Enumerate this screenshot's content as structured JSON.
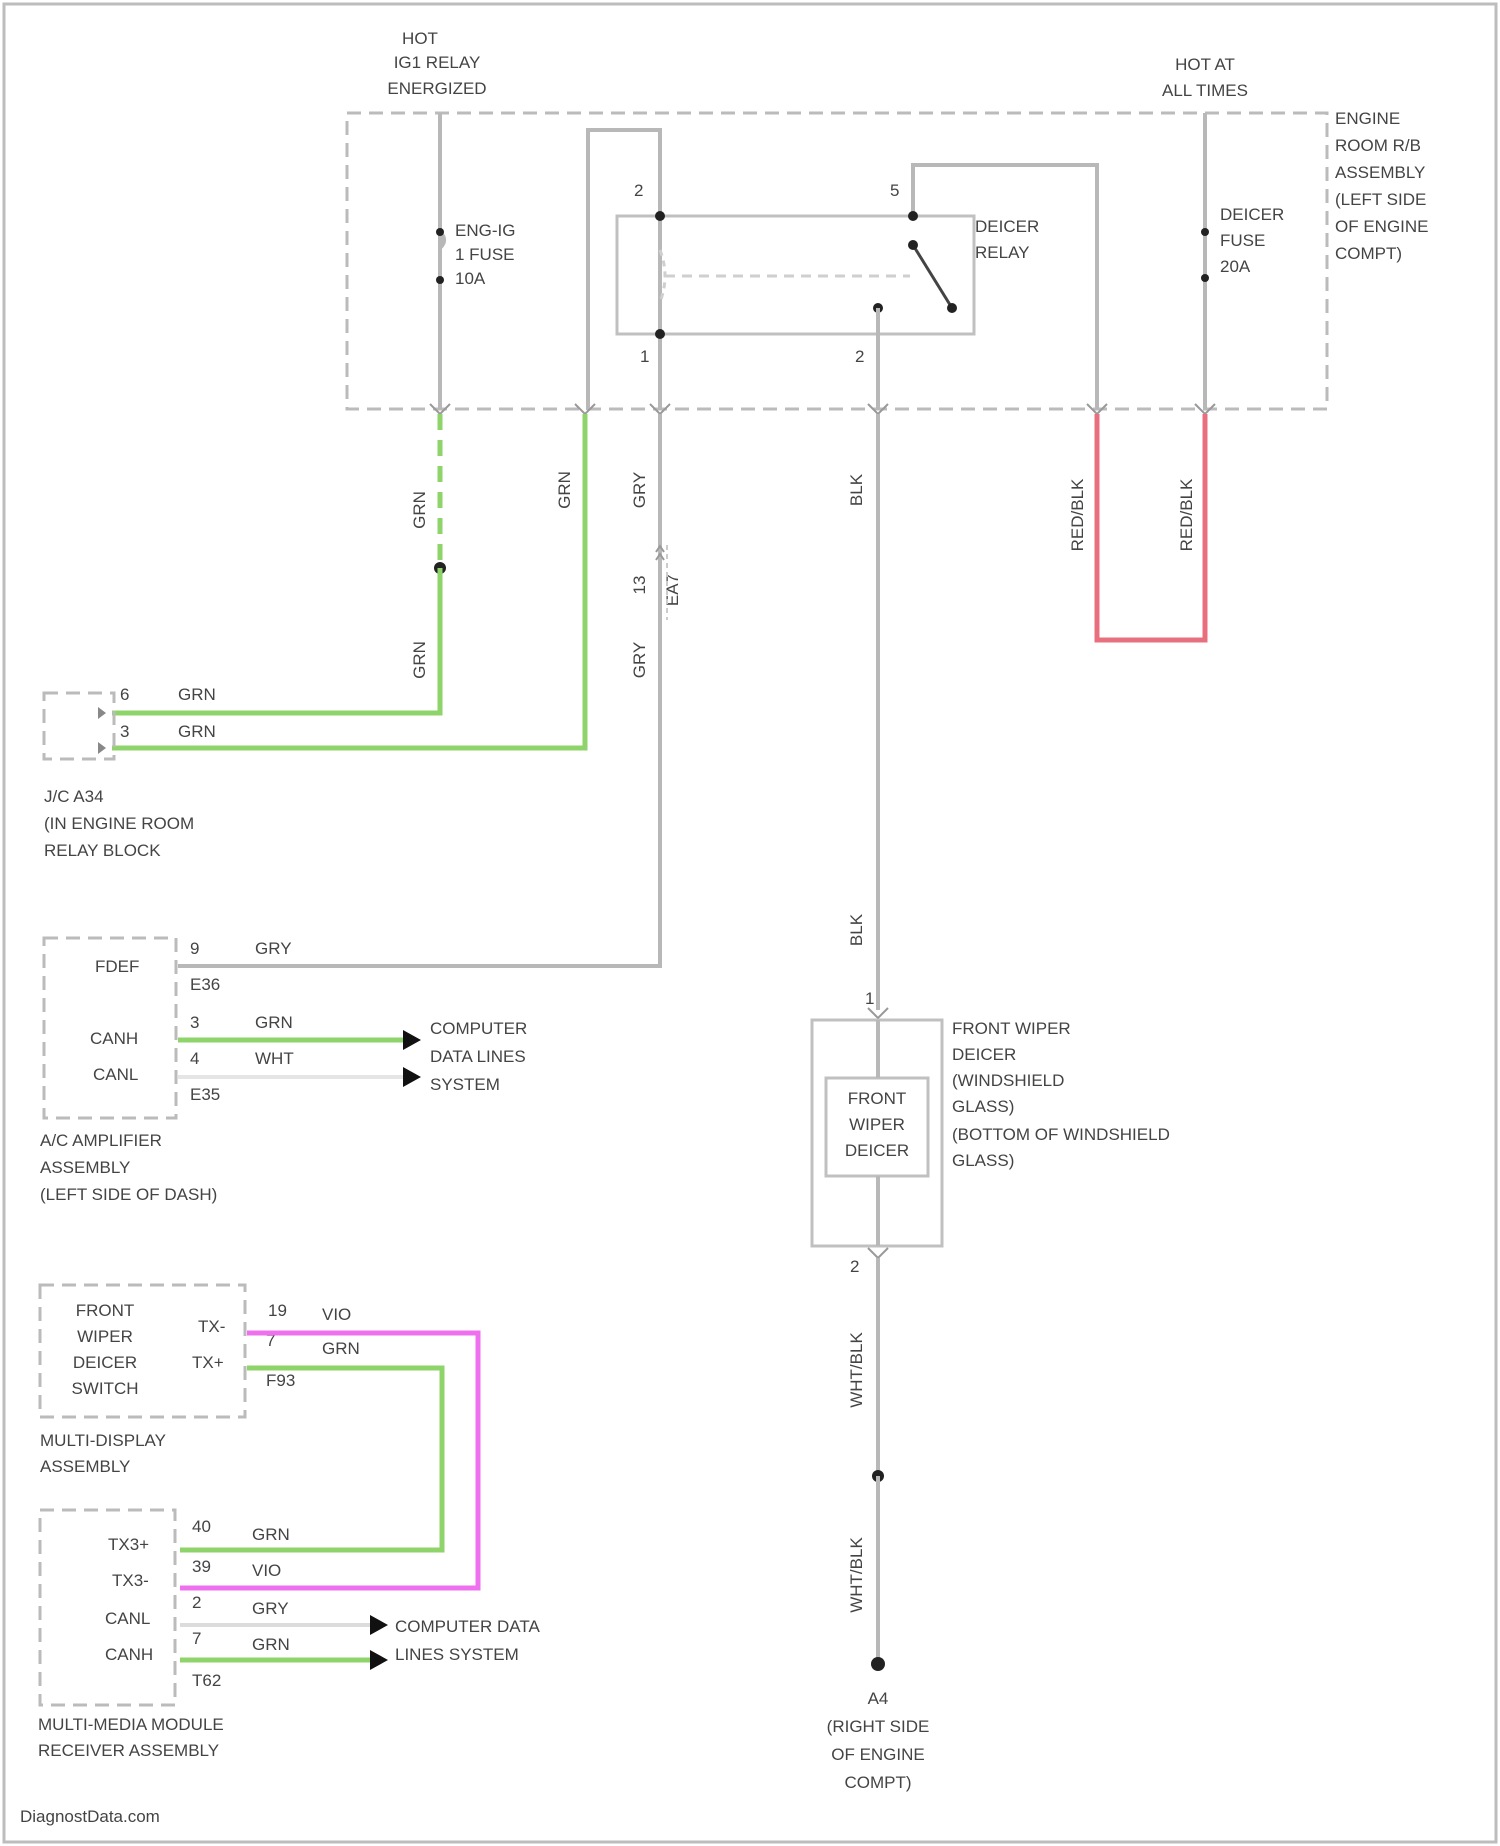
{
  "hot_ig1": [
    "HOT",
    "IG1 RELAY",
    "ENERGIZED"
  ],
  "hot_all": [
    "HOT AT",
    "ALL TIMES"
  ],
  "rb_assembly": [
    "ENGINE",
    "ROOM R/B",
    "ASSEMBLY",
    "(LEFT SIDE",
    "OF ENGINE",
    "COMPT)"
  ],
  "fuse_ig1": [
    "ENG-IG",
    "1 FUSE",
    "10A"
  ],
  "fuse_deicer": [
    "DEICER",
    "FUSE",
    "20A"
  ],
  "deicer_relay": [
    "DEICER",
    "RELAY"
  ],
  "relay_pins": {
    "p2a": "2",
    "p5": "5",
    "p1": "1",
    "p2b": "2"
  },
  "wire_top": {
    "w1": "GRN",
    "w2": "GRN",
    "w3": "GRY",
    "w4": "BLK",
    "w5": "RED/BLK",
    "w6": "RED/BLK"
  },
  "wire_mid": {
    "w1": "GRN",
    "w3": "GRY",
    "pin13": "13",
    "e47": "EA7"
  },
  "jc": {
    "pin6": "6",
    "c6": "GRN",
    "pin3": "3",
    "c3": "GRN",
    "name": [
      "J/C A34",
      "(IN ENGINE ROOM",
      "RELAY BLOCK"
    ]
  },
  "ac": {
    "fdef": "FDEF",
    "canh": "CANH",
    "canl": "CANL",
    "pin9": "9",
    "c9": "GRY",
    "e36": "E36",
    "pin3": "3",
    "c3": "GRN",
    "pin4": "4",
    "c4": "WHT",
    "e35": "E35",
    "dest": [
      "COMPUTER",
      "DATA LINES",
      "SYSTEM"
    ],
    "name": [
      "A/C AMPLIFIER",
      "ASSEMBLY",
      "(LEFT SIDE OF DASH)"
    ]
  },
  "deicer": {
    "pin1": "1",
    "pin2": "2",
    "wire_blk": "BLK",
    "wire_wb": "WHT/BLK",
    "inner": [
      "FRONT",
      "WIPER",
      "DEICER"
    ],
    "name": [
      "FRONT WIPER",
      "DEICER",
      "(WINDSHIELD",
      "GLASS)",
      "(BOTTOM OF WINDSHIELD",
      "GLASS)"
    ],
    "ground": "A4",
    "ground_loc": [
      "(RIGHT SIDE",
      "OF ENGINE",
      "COMPT)"
    ]
  },
  "switch": {
    "inner": [
      "FRONT",
      "WIPER",
      "DEICER",
      "SWITCH"
    ],
    "tx": "TX-",
    "txp": "TX+",
    "pin19": "19",
    "c19": "VIO",
    "pin7": "7",
    "c7": "GRN",
    "f93": "F93",
    "name": [
      "MULTI-DISPLAY",
      "ASSEMBLY"
    ]
  },
  "mm": {
    "tx3p": "TX3+",
    "tx3": "TX3-",
    "canl": "CANL",
    "canh": "CANH",
    "pin40": "40",
    "c40": "GRN",
    "pin39": "39",
    "c39": "VIO",
    "pin2": "2",
    "c2": "GRY",
    "pin7": "7",
    "c7": "GRN",
    "t62": "T62",
    "dest": [
      "COMPUTER DATA",
      "LINES SYSTEM"
    ],
    "name": [
      "MULTI-MEDIA MODULE",
      "RECEIVER ASSEMBLY"
    ]
  },
  "footer": "DiagnostData.com",
  "colors": {
    "grn": "#8fd46a",
    "red": "#e8707e",
    "vio": "#ee70ee",
    "gry": "#b8b8b8"
  }
}
